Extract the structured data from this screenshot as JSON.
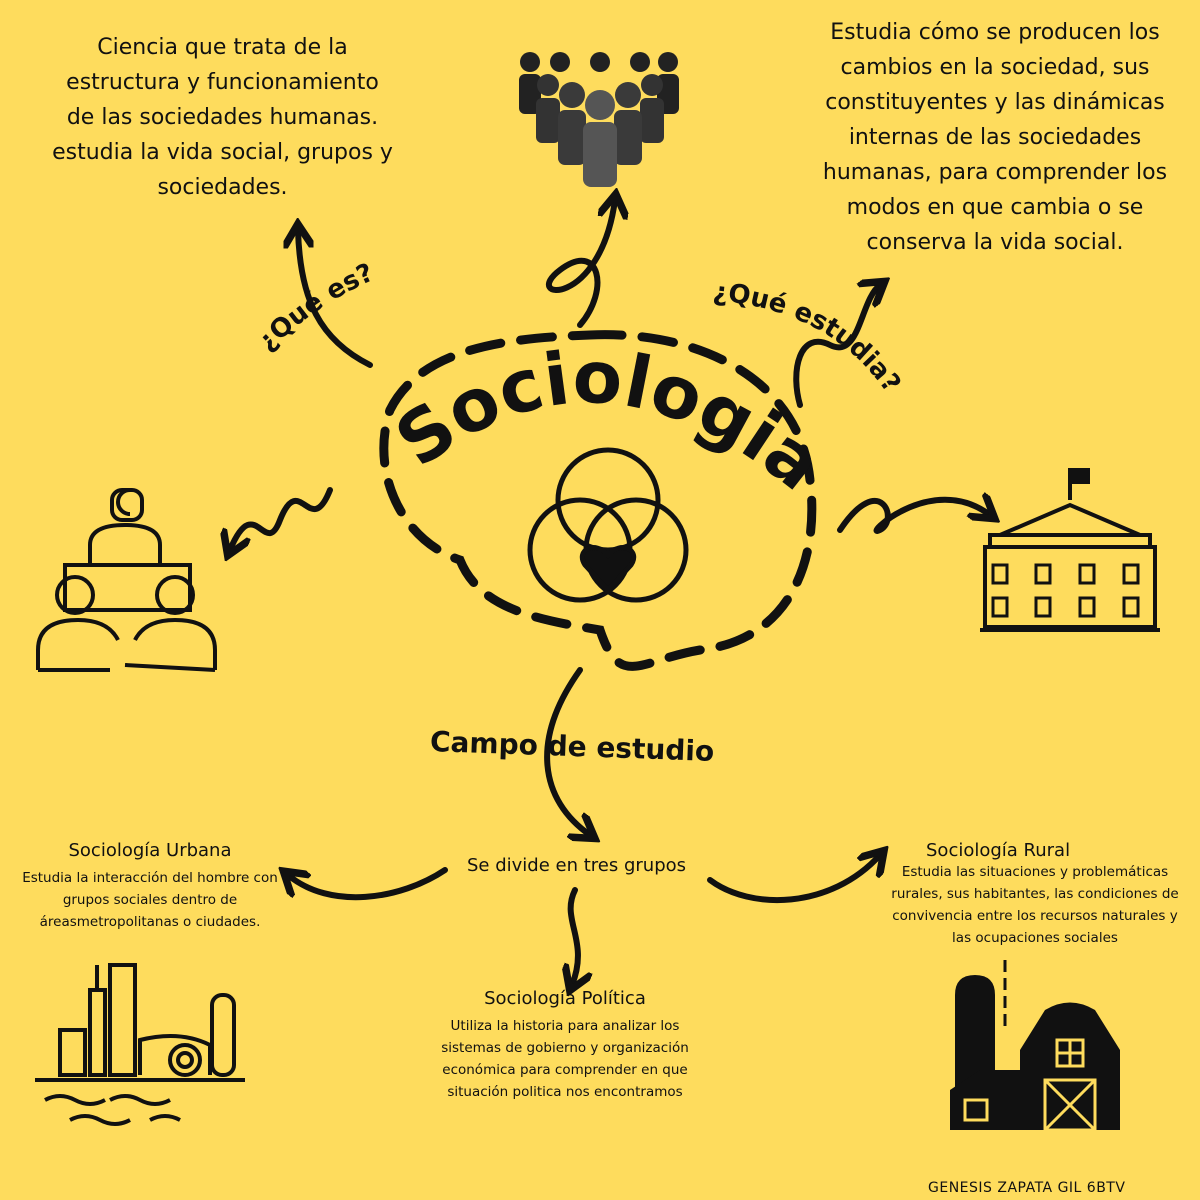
{
  "title": "Sociologia",
  "que_es": {
    "label": "¿Qué es?",
    "text": "Ciencia que trata de la estructura y funcionamiento de las sociedades humanas. estudia la vida social, grupos y sociedades."
  },
  "que_estudia": {
    "label": "¿Qué estudia?",
    "text": "Estudia cómo se producen los cambios en la sociedad, sus constituyentes y las dinámicas internas de las sociedades humanas, para comprender los modos en que cambia o se conserva la vida social."
  },
  "campo": {
    "label": "Campo de estudio",
    "divide": "Se divide en tres grupos"
  },
  "branches": [
    {
      "title": "Sociología Urbana",
      "text": "Estudia la interacción del hombre con grupos sociales dentro de áreasmetropolitanas o ciudades."
    },
    {
      "title": "Sociología Política",
      "text": "Utiliza la historia para analizar los sistemas de gobierno y organización económica para comprender en que situación politica nos encontramos"
    },
    {
      "title": "Sociología Rural",
      "text": "Estudia las situaciones y problemáticas rurales, sus habitantes, las condiciones de convivencia entre los recursos naturales y las ocupaciones sociales"
    }
  ],
  "author": "GENESIS ZAPATA GIL 6BTV",
  "colors": {
    "background": "#FEDC5D",
    "ink": "#111111"
  },
  "icons": [
    "crowd-icon",
    "meeting-icon",
    "government-building-icon",
    "venn-hands-heart-icon",
    "city-skyline-icon",
    "barn-icon"
  ]
}
